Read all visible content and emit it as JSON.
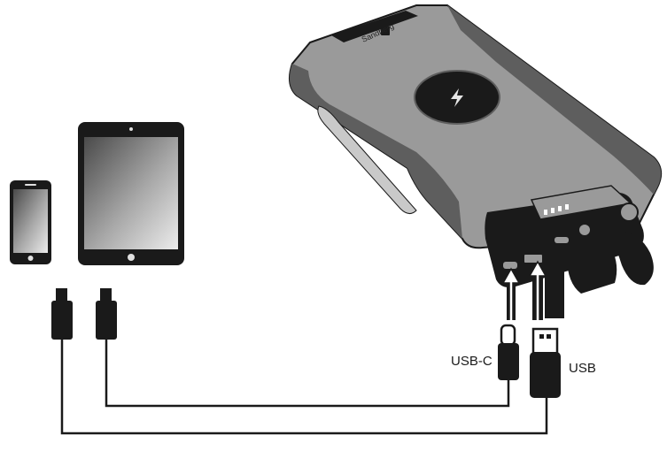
{
  "labels": {
    "usb_c": "USB-C",
    "usb": "USB"
  },
  "brand": {
    "name": "Sandberg"
  },
  "icons": {
    "wireless_charging": "lightning-bolt-icon"
  },
  "colors": {
    "body_gray": "#9a9a9a",
    "body_dark": "#5e5e5e",
    "outline": "#1a1a1a",
    "screen_light": "#e6e6e6",
    "screen_dark": "#5a5a5a"
  }
}
